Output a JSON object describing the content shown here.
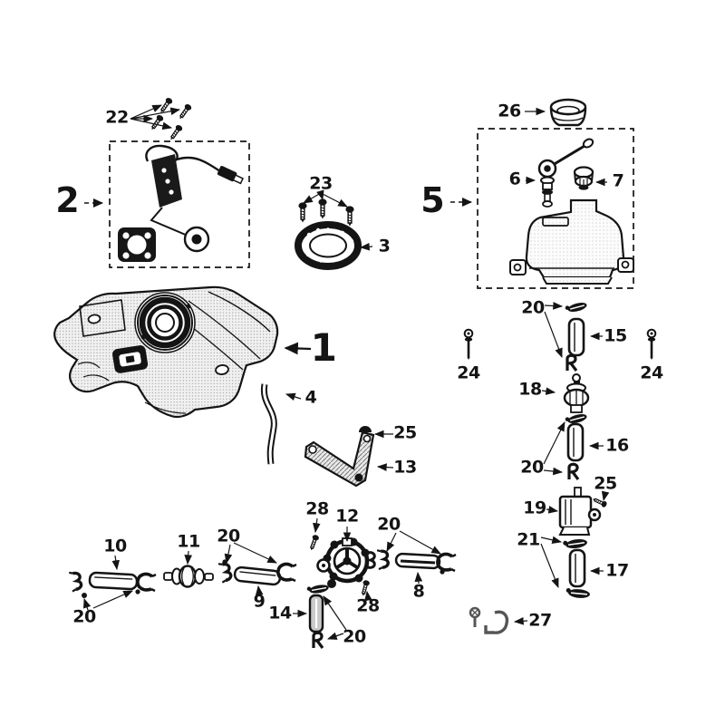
{
  "diagram": {
    "type": "exploded-parts-diagram",
    "background": "#ffffff",
    "ink": "#141414",
    "group_boxes": [
      "2",
      "5"
    ],
    "callouts": {
      "c1": "1",
      "c2": "2",
      "c5": "5",
      "c22": "22",
      "c23": "23",
      "c3": "3",
      "c26": "26",
      "c6": "6",
      "c7": "7",
      "c4": "4",
      "c25a": "25",
      "c13": "13",
      "c20a": "20",
      "c15": "15",
      "c24a": "24",
      "c24b": "24",
      "c18": "18",
      "c16": "16",
      "c20b": "20",
      "c25b": "25",
      "c19": "19",
      "c21": "21",
      "c17": "17",
      "c27": "27",
      "c10": "10",
      "c20c": "20",
      "c11": "11",
      "c20d": "20",
      "c9": "9",
      "c28a": "28",
      "c12": "12",
      "c20e": "20",
      "c8": "8",
      "c28b": "28",
      "c14": "14",
      "c20f": "20"
    }
  }
}
